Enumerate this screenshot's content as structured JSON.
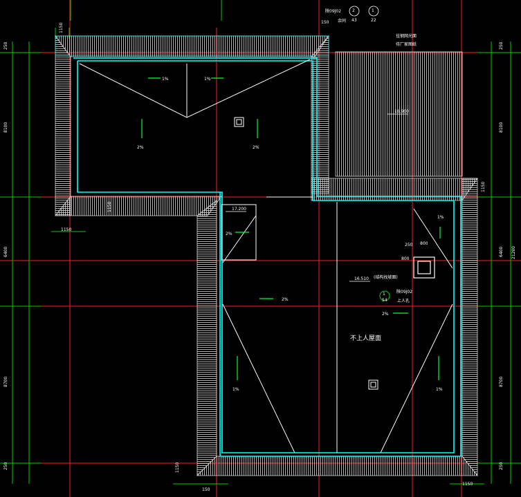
{
  "drawing": {
    "colors": {
      "background": "#000000",
      "wall_outline": "#00ffff",
      "hatch": "#ffffff",
      "axis_red": "#ff2020",
      "dim_green": "#00cc00",
      "slope_arrow": "#00ff33"
    },
    "top_note": {
      "ref": "陕09J02",
      "circle_a": "2",
      "circle_a_sub": "43",
      "circle_b": "1",
      "circle_b_sub": "22",
      "sub_label": "余同",
      "dim": "150"
    },
    "right_note": {
      "line1": "挂钢网光面",
      "line2": "待厂家图纸"
    },
    "labels": {
      "elev_16900": "16.900",
      "elev_17200": "17.200",
      "elev_16510": "16.510",
      "note_structure": "(结构找坡面)",
      "ref_mid": "陕09J02",
      "hatch_note": "上人孔",
      "roof_name": "不上人屋面",
      "slope_1pct": "1%",
      "slope_2pct": "2%",
      "circle_c": "1",
      "circle_c_sub": "54",
      "dim_250": "250",
      "dim_800a": "800",
      "dim_800b": "800"
    },
    "dims_left": {
      "d1": "250",
      "d2": "8100",
      "d3": "6400",
      "d4": "8700",
      "d5": "250",
      "d6": "1150",
      "d7": "1150"
    },
    "dims_right": {
      "d1": "250",
      "d2": "8100",
      "d3": "1150",
      "d4": "6400",
      "d5": "21200",
      "d6": "8700",
      "d7": "250"
    },
    "dims_misc": {
      "top_left": "1150",
      "left_mid": "1150",
      "left_step": "1150",
      "bottom_left": "1150",
      "bottom_left2": "150",
      "bottom_right": "1150",
      "bottom_corner": "150"
    }
  }
}
